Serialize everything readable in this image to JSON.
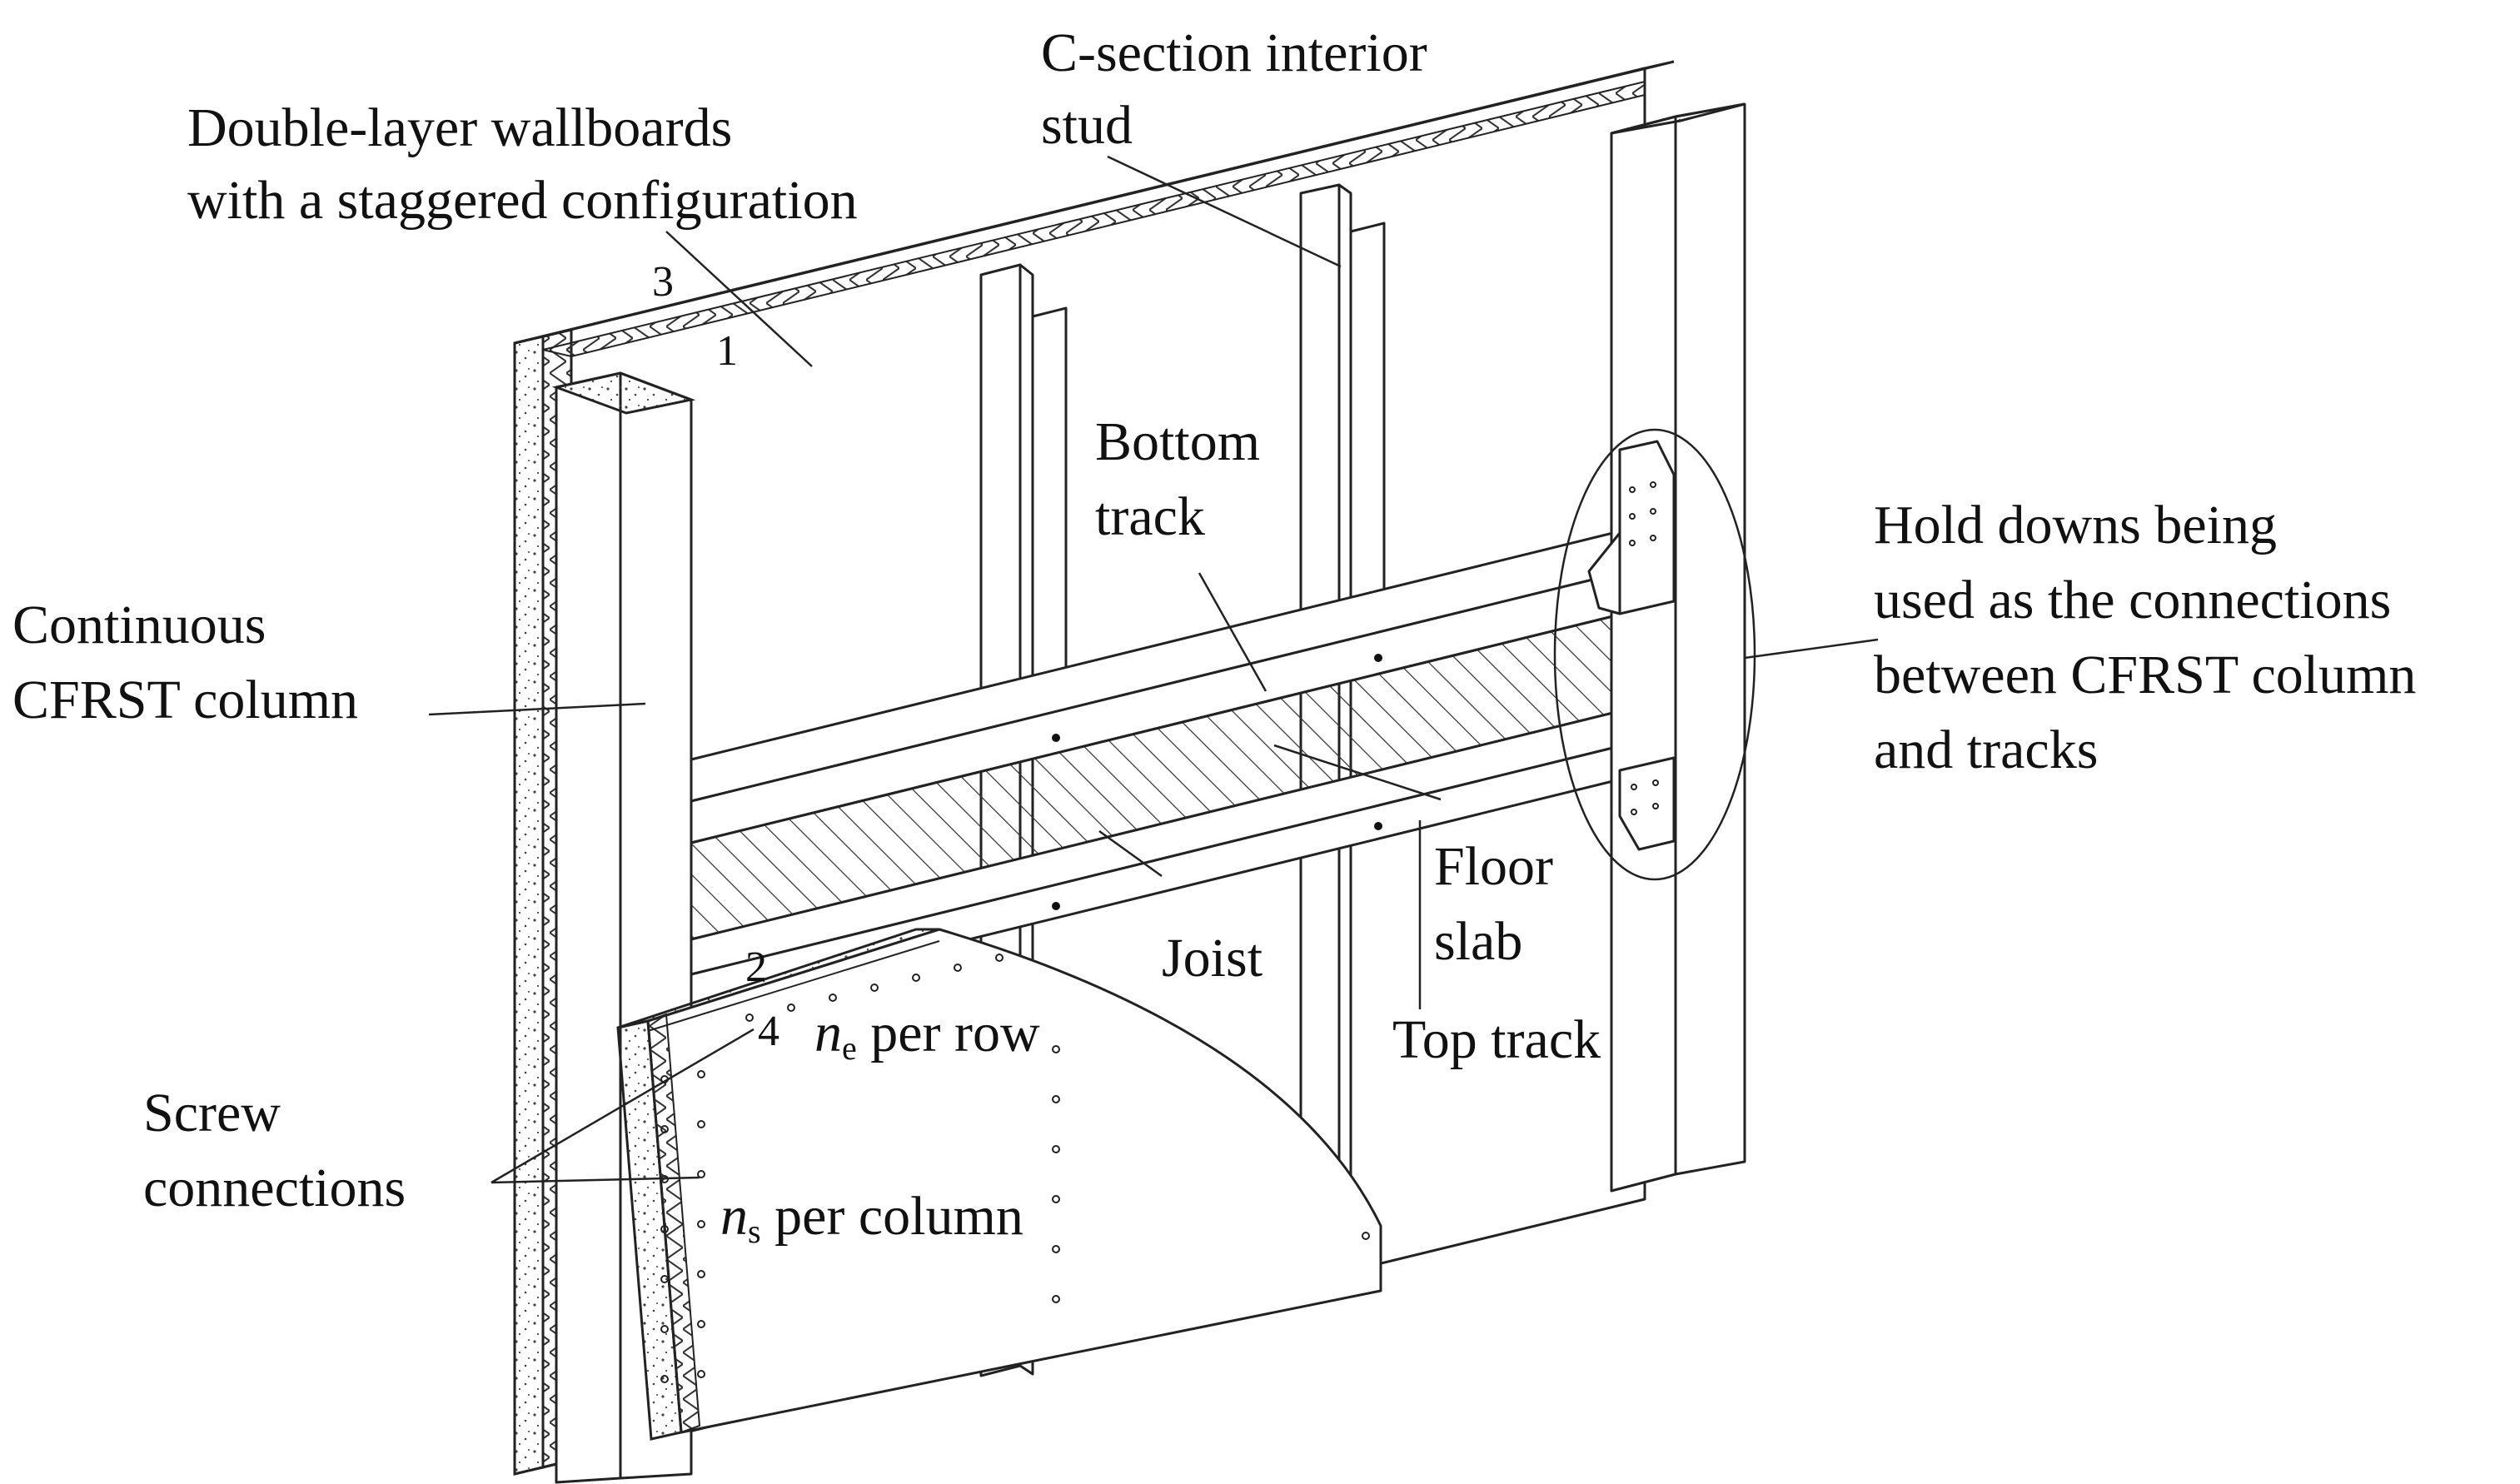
{
  "labels": {
    "wallboards_line1": "Double-layer wallboards",
    "wallboards_line2": "with a staggered configuration",
    "stud_line1": "C-section interior",
    "stud_line2": "stud",
    "bottom_track_line1": "Bottom",
    "bottom_track_line2": "track",
    "column_line1": "Continuous",
    "column_line2": "CFRST column",
    "holddown_line1": "Hold downs being",
    "holddown_line2": "used as the connections",
    "holddown_line3": "between CFRST column",
    "holddown_line4": "and tracks",
    "floor_line1": "Floor",
    "floor_line2": "slab",
    "joist": "Joist",
    "top_track": "Top track",
    "screw_line1": "Screw",
    "screw_line2": "connections",
    "ne_symbol": "n",
    "ne_subscript": "e",
    "ne_suffix": " per row",
    "ns_symbol": "n",
    "ns_subscript": "s",
    "ns_suffix": " per column",
    "layer_1": "1",
    "layer_2": "2",
    "layer_3": "3",
    "layer_4": "4"
  }
}
